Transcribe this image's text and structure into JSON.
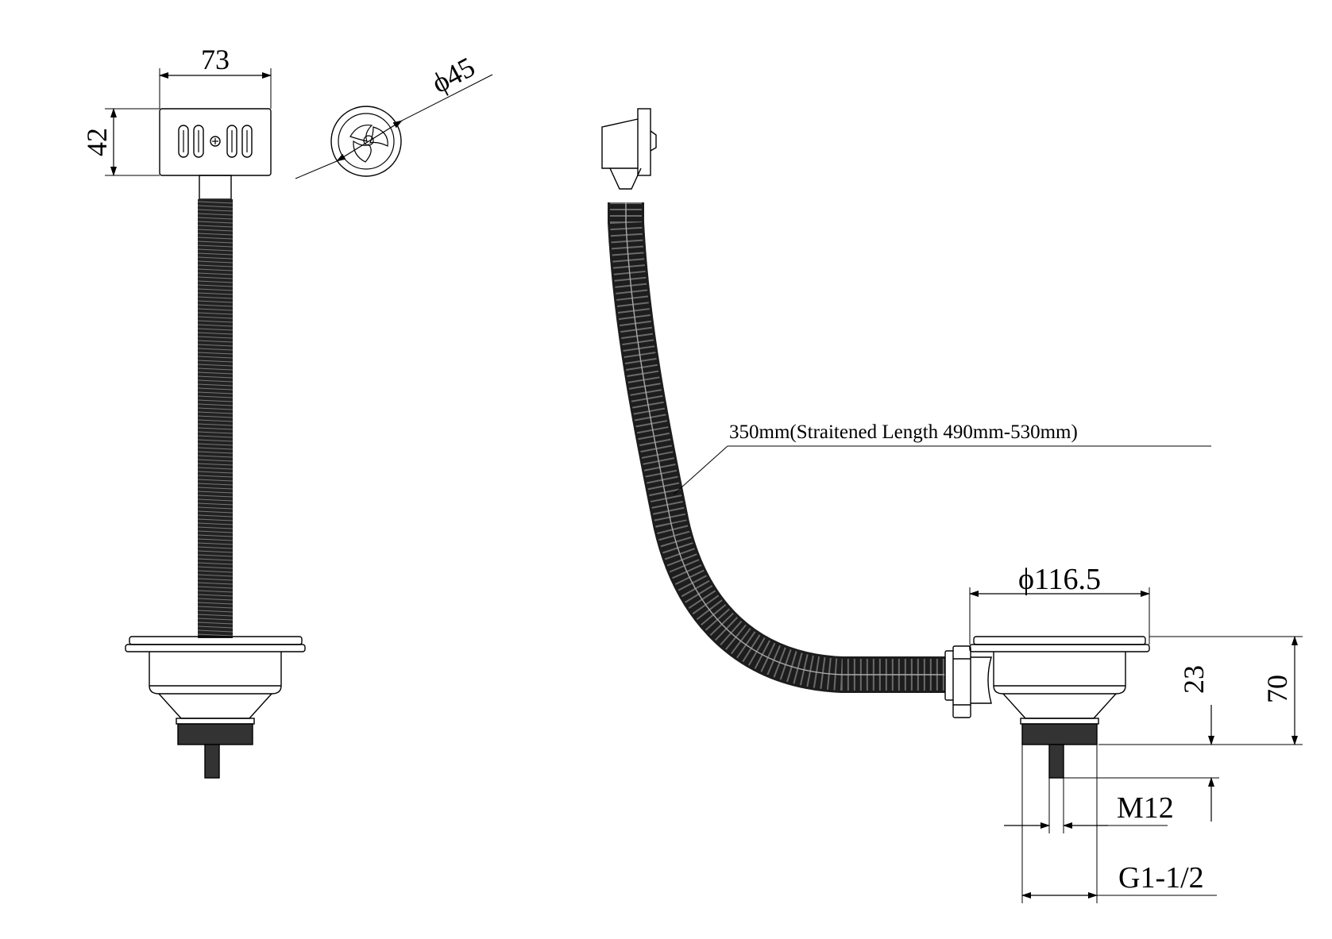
{
  "labels": {
    "width_box": "73",
    "height_box": "42",
    "strainer_dia": "ϕ45",
    "hose_length": "350mm(Straitened Length 490mm-530mm)",
    "bowl_dia": "ϕ116.5",
    "depth_a": "23",
    "depth_b": "70",
    "bolt_thread": "M12",
    "outlet_thread": "G1-1/2"
  },
  "colors": {
    "line": "#000000",
    "hose": "#111111",
    "background": "#ffffff"
  }
}
